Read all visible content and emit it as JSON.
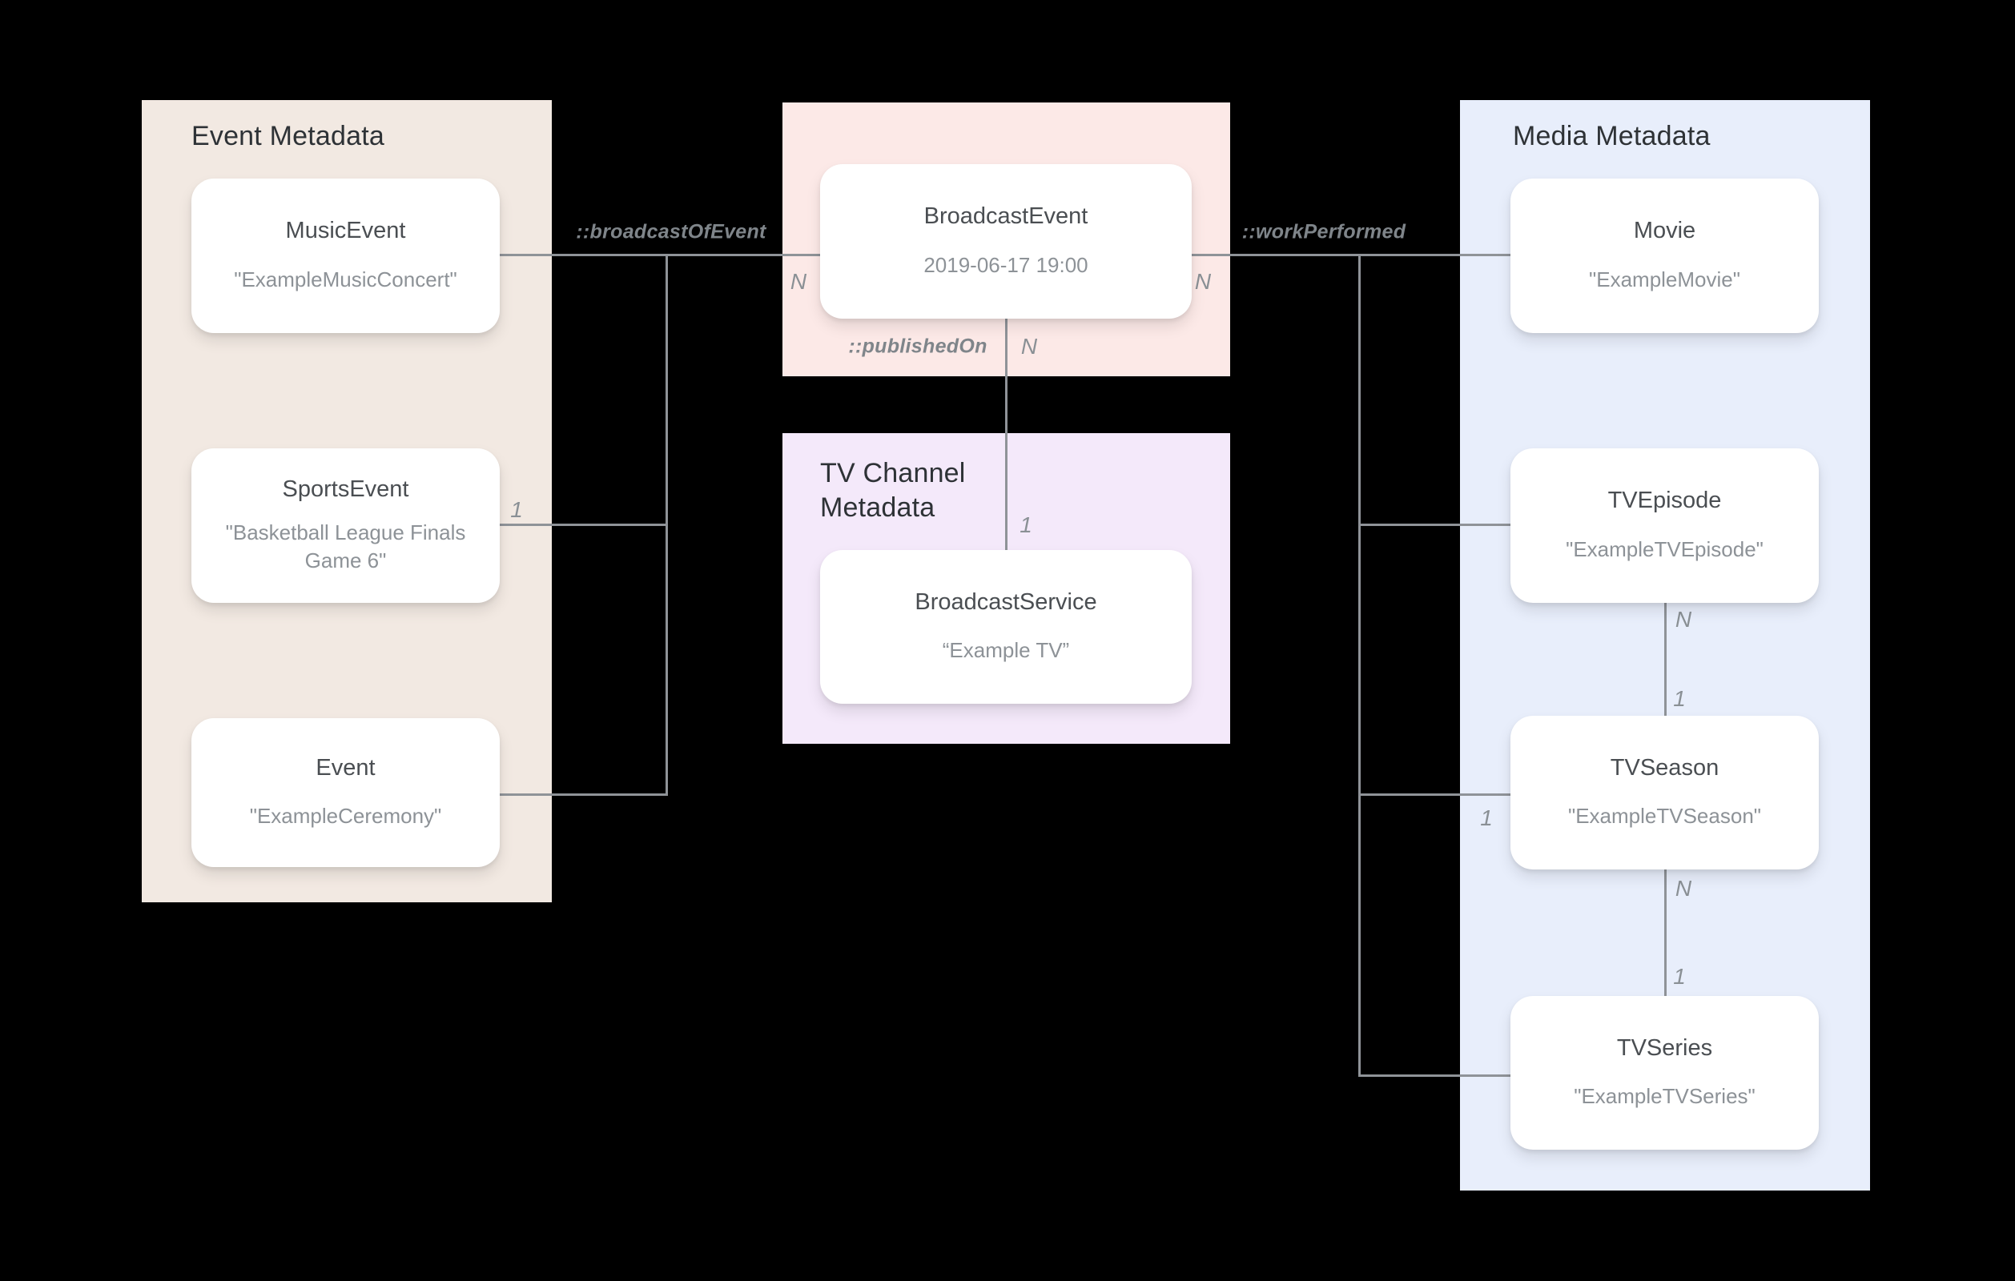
{
  "canvas": {
    "background": "#000000",
    "line_color": "#8F9398"
  },
  "panels": {
    "event_metadata": {
      "title": "Event Metadata",
      "bg": "#F2E9E2"
    },
    "broadcast_event_group": {
      "bg": "#FCE9E7"
    },
    "tv_channel_metadata": {
      "title": "TV Channel Metadata",
      "bg": "#F4E9FA"
    },
    "media_metadata": {
      "title": "Media Metadata",
      "bg": "#E8EEFB"
    }
  },
  "nodes": {
    "music_event": {
      "title": "MusicEvent",
      "subtitle": "\"ExampleMusicConcert\""
    },
    "sports_event": {
      "title": "SportsEvent",
      "subtitle": "\"Basketball League Finals Game 6\""
    },
    "event": {
      "title": "Event",
      "subtitle": "\"ExampleCeremony\""
    },
    "broadcast_event": {
      "title": "BroadcastEvent",
      "subtitle": "2019-06-17 19:00"
    },
    "broadcast_service": {
      "title": "BroadcastService",
      "subtitle": "“Example TV”"
    },
    "movie": {
      "title": "Movie",
      "subtitle": "\"ExampleMovie\""
    },
    "tv_episode": {
      "title": "TVEpisode",
      "subtitle": "\"ExampleTVEpisode\""
    },
    "tv_season": {
      "title": "TVSeason",
      "subtitle": "\"ExampleTVSeason\""
    },
    "tv_series": {
      "title": "TVSeries",
      "subtitle": "\"ExampleTVSeries\""
    }
  },
  "relations": {
    "broadcast_of_event": "::broadcastOfEvent",
    "work_performed": "::workPerformed",
    "published_on": "::publishedOn"
  },
  "cardinalities": {
    "sports_to_trunk": "1",
    "broadcast_left_n": "N",
    "broadcast_right_n": "N",
    "published_on_n": "N",
    "published_on_1": "1",
    "season_branch_1": "1",
    "episode_season_n": "N",
    "episode_season_1": "1",
    "season_series_n": "N",
    "season_series_1": "1"
  }
}
